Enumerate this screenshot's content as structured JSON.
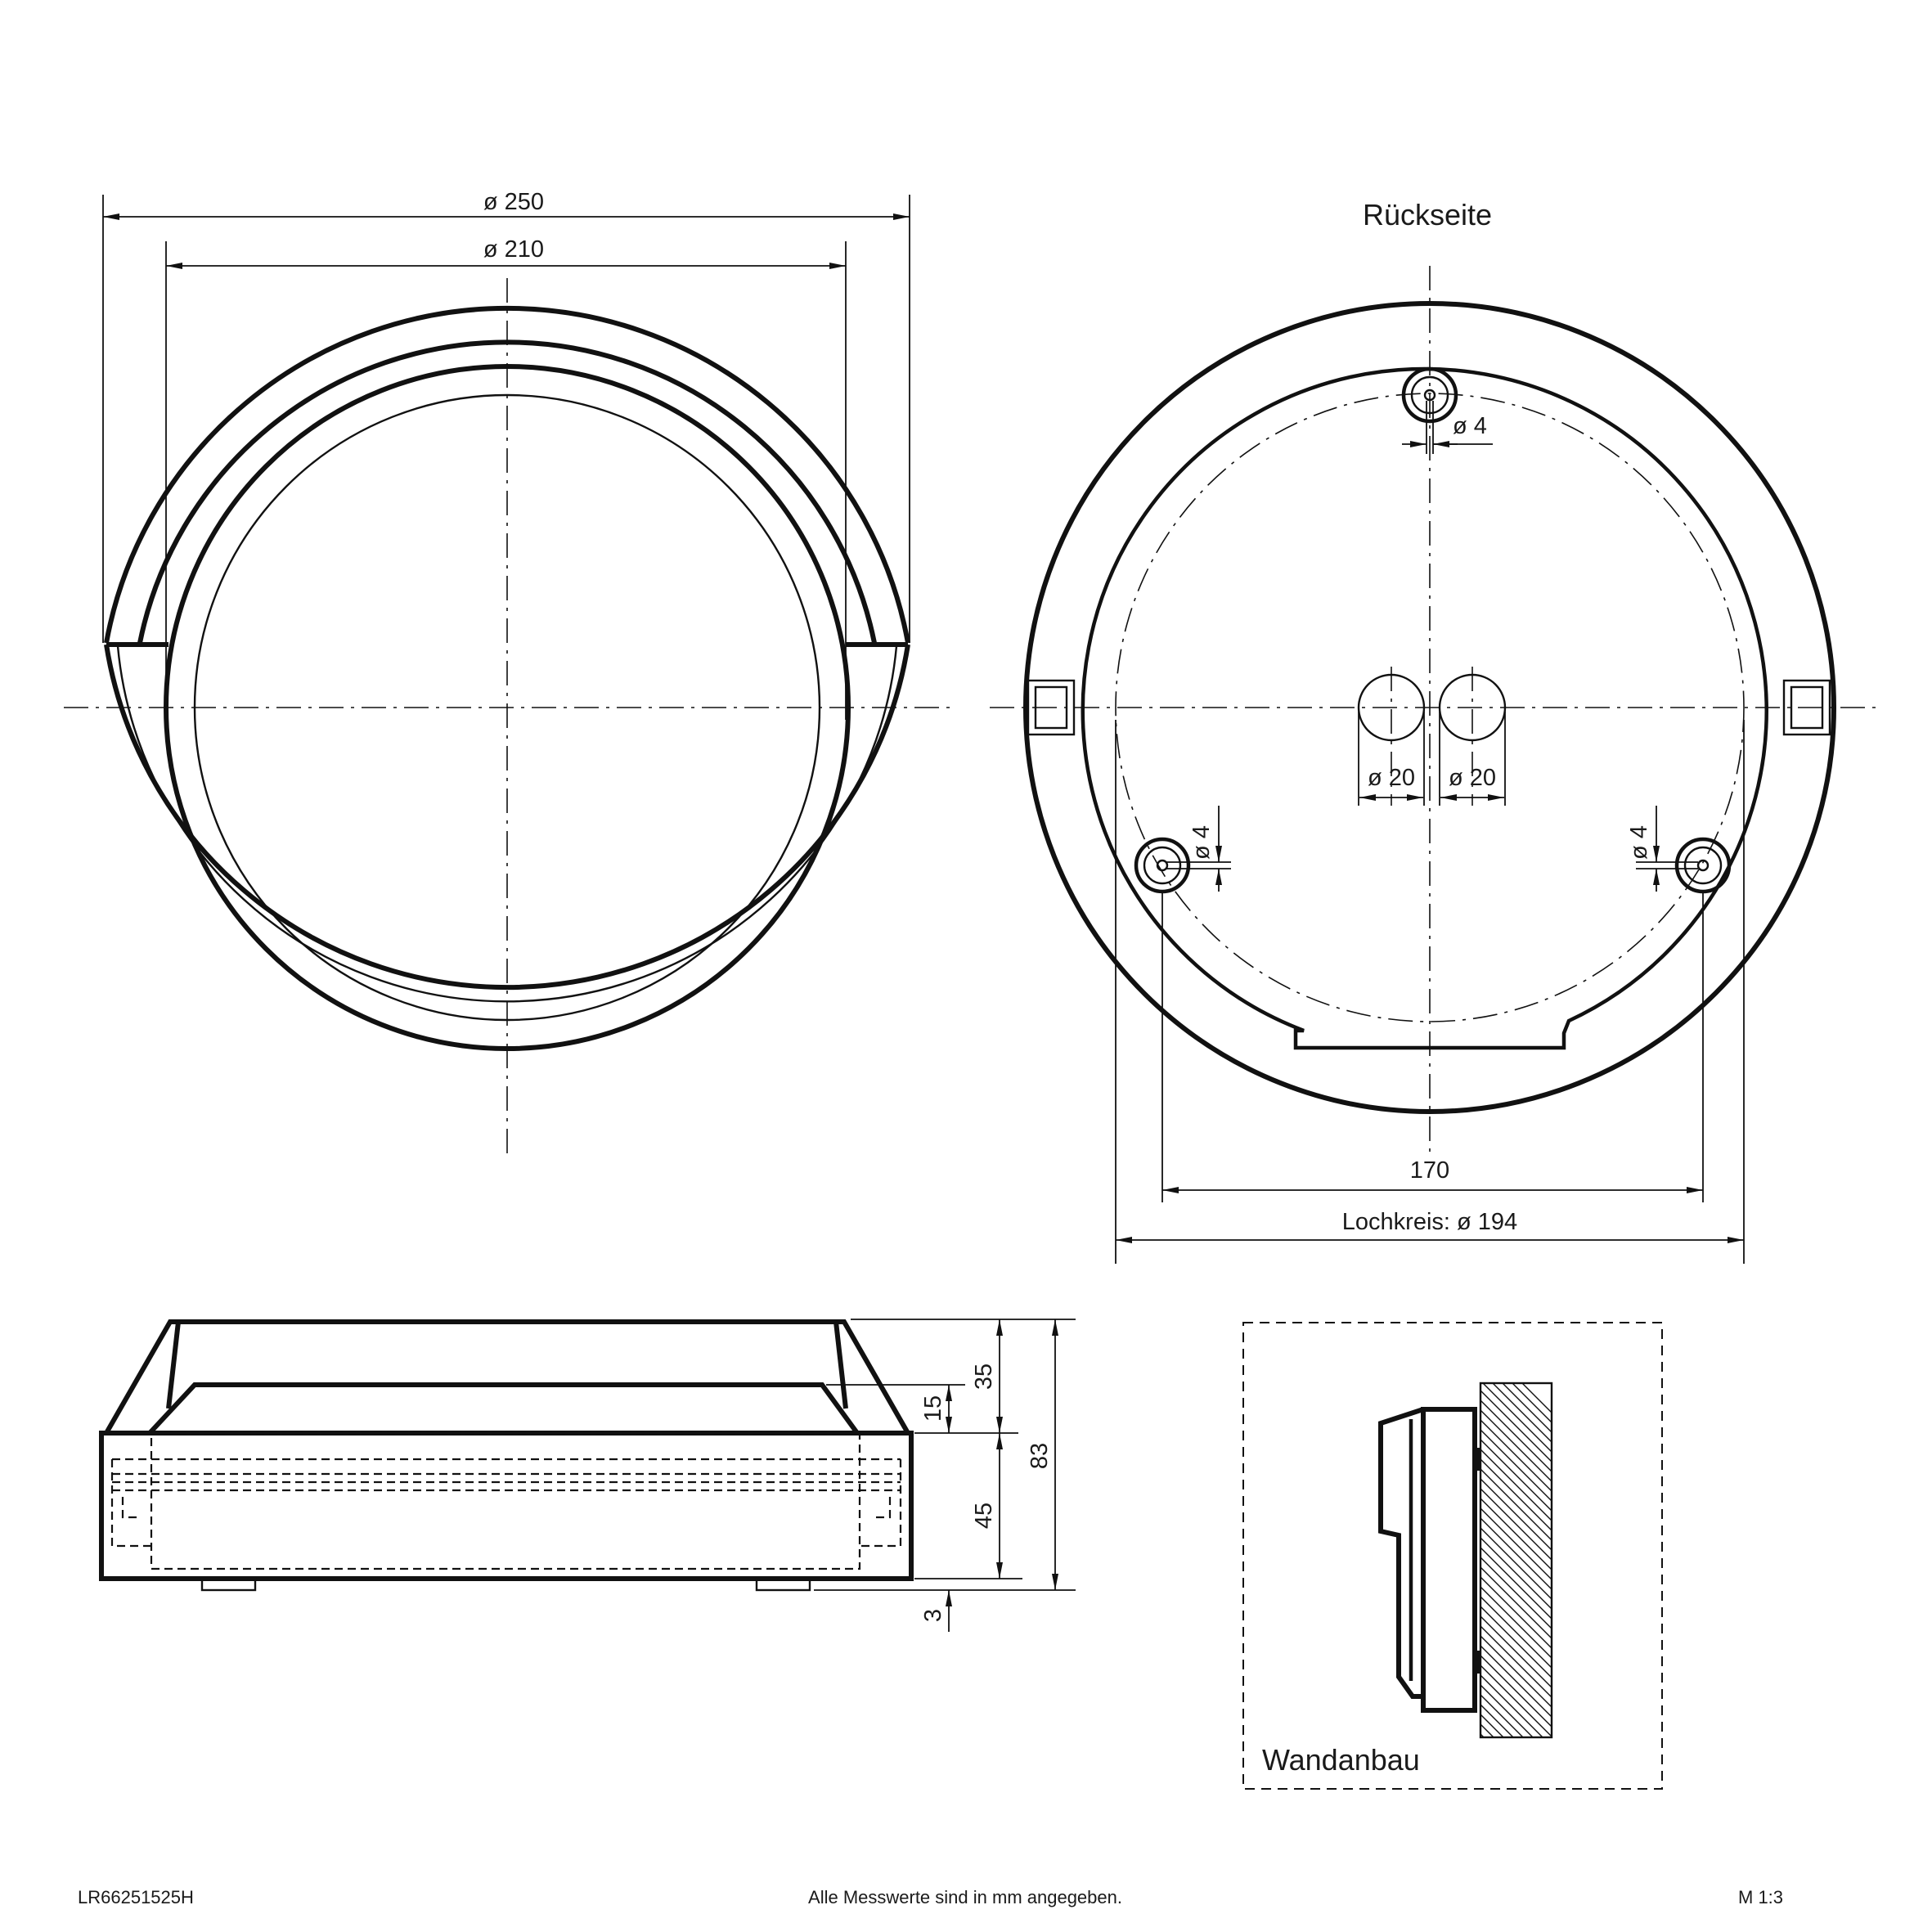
{
  "drawing": {
    "front_view": {
      "dim_outer_diameter": "ø 250",
      "dim_inner_diameter": "ø 210"
    },
    "rear_view": {
      "title": "Rückseite",
      "dim_screw_hole_top": "ø 4",
      "dim_cable_entry_left": "ø 20",
      "dim_cable_entry_right": "ø 20",
      "dim_screw_hole_left": "ø 4",
      "dim_screw_hole_right": "ø 4",
      "dim_hole_spacing": "170",
      "dim_hole_circle": "Lochkreis: ø 194"
    },
    "side_view": {
      "dim_top_height": "35",
      "dim_cover_height": "15",
      "dim_total_height": "83",
      "dim_body_height": "45",
      "dim_foot_height": "3"
    },
    "mounting_view": {
      "title": "Wandanbau"
    },
    "footer": {
      "article_number": "LR66251525H",
      "unit_note": "Alle Messwerte sind in mm angegeben.",
      "scale": "M 1:3"
    }
  }
}
